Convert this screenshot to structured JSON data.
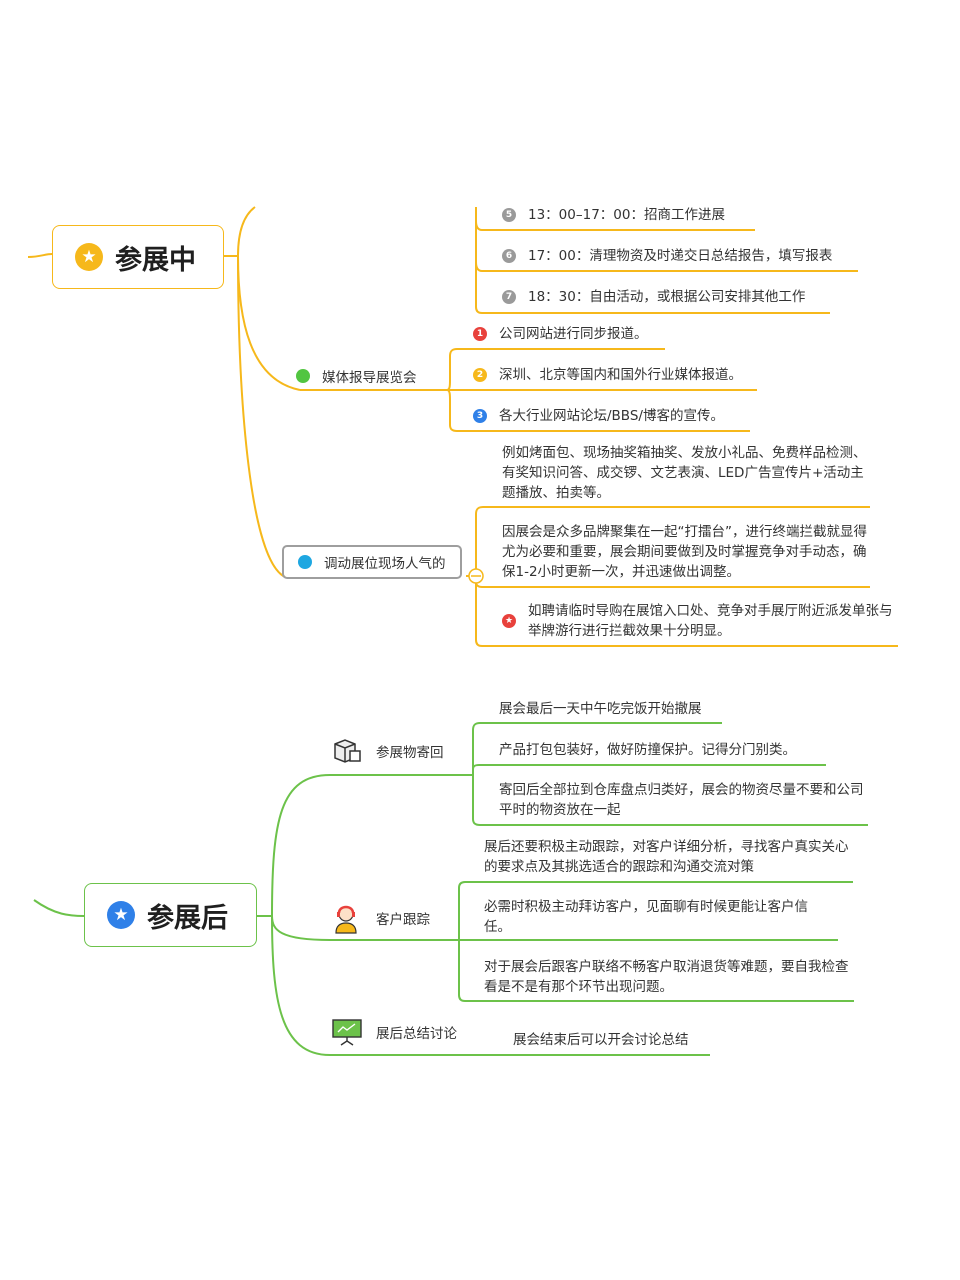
{
  "during": {
    "title": "参展中",
    "schedule": [
      {
        "num": "5",
        "text": "13：00–17：00：招商工作进展"
      },
      {
        "num": "6",
        "text": "17：00：清理物资及时递交日总结报告，填写报表"
      },
      {
        "num": "7",
        "text": "18：30：自由活动，或根据公司安排其他工作"
      }
    ],
    "media": {
      "label": "媒体报导展览会",
      "items": [
        {
          "num": "1",
          "text": "公司网站进行同步报道。"
        },
        {
          "num": "2",
          "text": "深圳、北京等国内和国外行业媒体报道。"
        },
        {
          "num": "3",
          "text": "各大行业网站论坛/BBS/博客的宣传。"
        }
      ]
    },
    "popularity": {
      "label": "调动展位现场人气的",
      "items": [
        "例如烤面包、现场抽奖箱抽奖、发放小礼品、免费样品检测、有奖知识问答、成交锣、文艺表演、LED广告宣传片+活动主题播放、拍卖等。",
        "因展会是众多品牌聚集在一起“打擂台”，进行终端拦截就显得尤为必要和重要，展会期间要做到及时掌握竞争对手动态，确保1-2小时更新一次，并迅速做出调整。",
        "如聘请临时导购在展馆入口处、竞争对手展厅附近派发单张与举牌游行进行拦截效果十分明显。"
      ]
    }
  },
  "after": {
    "title": "参展后",
    "shipping": {
      "label": "参展物寄回",
      "items": [
        "展会最后一天中午吃完饭开始撤展",
        "产品打包包装好，做好防撞保护。记得分门别类。",
        "寄回后全部拉到仓库盘点归类好，展会的物资尽量不要和公司平时的物资放在一起"
      ]
    },
    "customer": {
      "label": "客户跟踪",
      "items": [
        "展后还要积极主动跟踪，对客户详细分析，寻找客户真实关心的要求点及其挑选适合的跟踪和沟通交流对策",
        "必需时积极主动拜访客户，见面聊有时候更能让客户信任。",
        "对于展会后跟客户联络不畅客户取消退货等难题，要自我检查看是不是有那个环节出现问题。"
      ]
    },
    "summary": {
      "label": "展后总结讨论",
      "items": [
        "展会结束后可以开会讨论总结"
      ]
    }
  },
  "colors": {
    "yellow": "#f6b81b",
    "green": "#6cc24a",
    "blue": "#2f80e8",
    "red": "#e8413c",
    "cyan": "#1ea7e1",
    "mediaDot": "#52c541"
  }
}
